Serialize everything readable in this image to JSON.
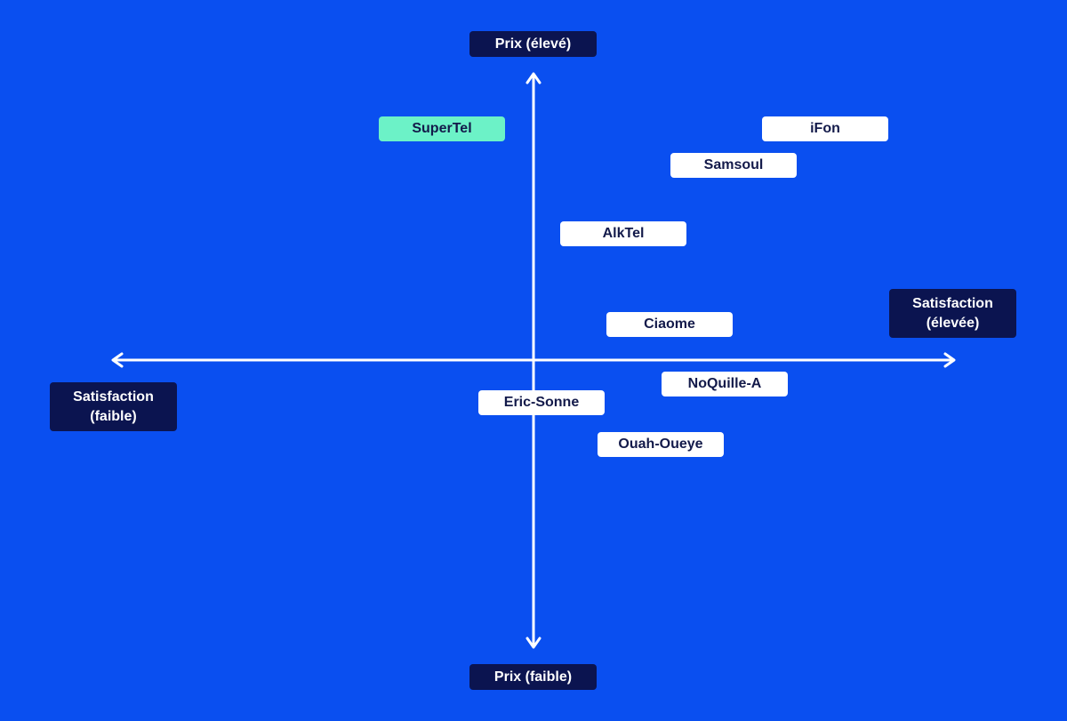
{
  "axes": {
    "y_high_label": "Prix (élevé)",
    "y_low_label": "Prix (faible)",
    "x_high_label": "Satisfaction\n(élevée)",
    "x_low_label": "Satisfaction\n(faible)"
  },
  "colors": {
    "background": "#0a4ff0",
    "axis_label_bg": "#0b1450",
    "box_bg": "#ffffff",
    "highlight_bg": "#6cf2c7",
    "box_text": "#131a4a",
    "axis_line": "#ffffff"
  },
  "brands": [
    {
      "name": "SuperTel",
      "highlighted": true
    },
    {
      "name": "iFon",
      "highlighted": false
    },
    {
      "name": "Samsoul",
      "highlighted": false
    },
    {
      "name": "AlkTel",
      "highlighted": false
    },
    {
      "name": "Ciaome",
      "highlighted": false
    },
    {
      "name": "NoQuille-A",
      "highlighted": false
    },
    {
      "name": "Eric-Sonne",
      "highlighted": false
    },
    {
      "name": "Ouah-Oueye",
      "highlighted": false
    }
  ]
}
